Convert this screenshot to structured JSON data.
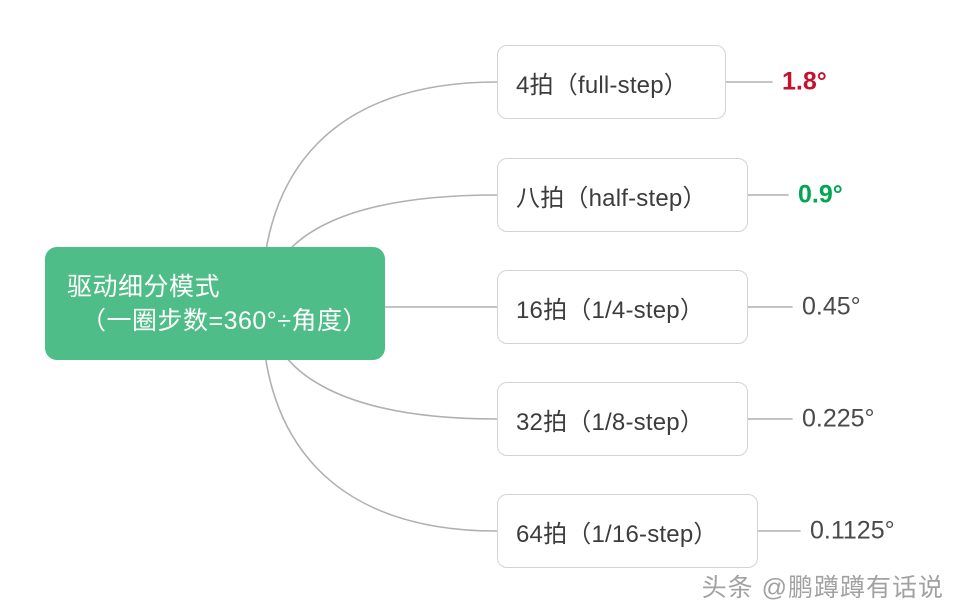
{
  "diagram": {
    "type": "mindmap",
    "orientation": "left-to-right",
    "colors": {
      "root_fill": "#4ebd87",
      "root_text": "#ffffff",
      "node_border": "#d3d3d3",
      "node_text": "#3c3c3c",
      "connector": "#b0b0b0",
      "accent_red": "#c8102e",
      "accent_green": "#00a651",
      "value_plain": "#4a4a4a",
      "background": "#ffffff"
    },
    "root": {
      "line1": "驱动细分模式",
      "line2": "（一圈步数=360°÷角度）"
    },
    "branches": [
      {
        "label": "4拍（full-step）",
        "value": "1.8°",
        "value_style": "accent-red"
      },
      {
        "label": "八拍（half-step）",
        "value": "0.9°",
        "value_style": "accent-green"
      },
      {
        "label": "16拍（1/4-step）",
        "value": "0.45°",
        "value_style": "plain"
      },
      {
        "label": "32拍（1/8-step）",
        "value": "0.225°",
        "value_style": "plain"
      },
      {
        "label": "64拍（1/16-step）",
        "value": "0.1125°",
        "value_style": "plain"
      }
    ]
  },
  "watermark": {
    "text": "头条 @鹏蹲蹲有话说"
  }
}
